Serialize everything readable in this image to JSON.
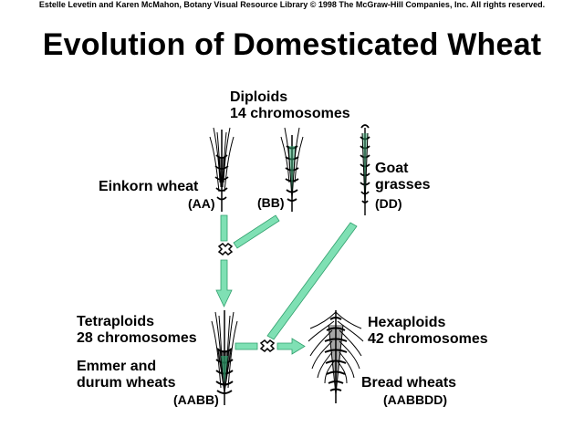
{
  "credit": "Estelle Levetin and Karen McMahon, Botany Visual Resource Library © 1998 The McGraw-Hill Companies, Inc. All rights reserved.",
  "title": "Evolution of Domesticated Wheat",
  "diploids": {
    "line1": "Diploids",
    "line2": "14 chromosomes"
  },
  "einkorn": {
    "name": "Einkorn wheat",
    "genome": "(AA)"
  },
  "bb": {
    "genome": "(BB)"
  },
  "goat": {
    "line1": "Goat",
    "line2": "grasses",
    "genome": "(DD)"
  },
  "tetraploids": {
    "line1": "Tetraploids",
    "line2": "28 chromosomes",
    "name1": "Emmer and",
    "name2": "durum wheats",
    "genome": "(AABB)"
  },
  "hexaploids": {
    "line1": "Hexaploids",
    "line2": "42 chromosomes",
    "name": "Bread wheats",
    "genome": "(AABBDD)"
  },
  "colors": {
    "arrow": "#7fe0b4",
    "arrow_edge": "#2f9f6c",
    "text": "#000000"
  }
}
